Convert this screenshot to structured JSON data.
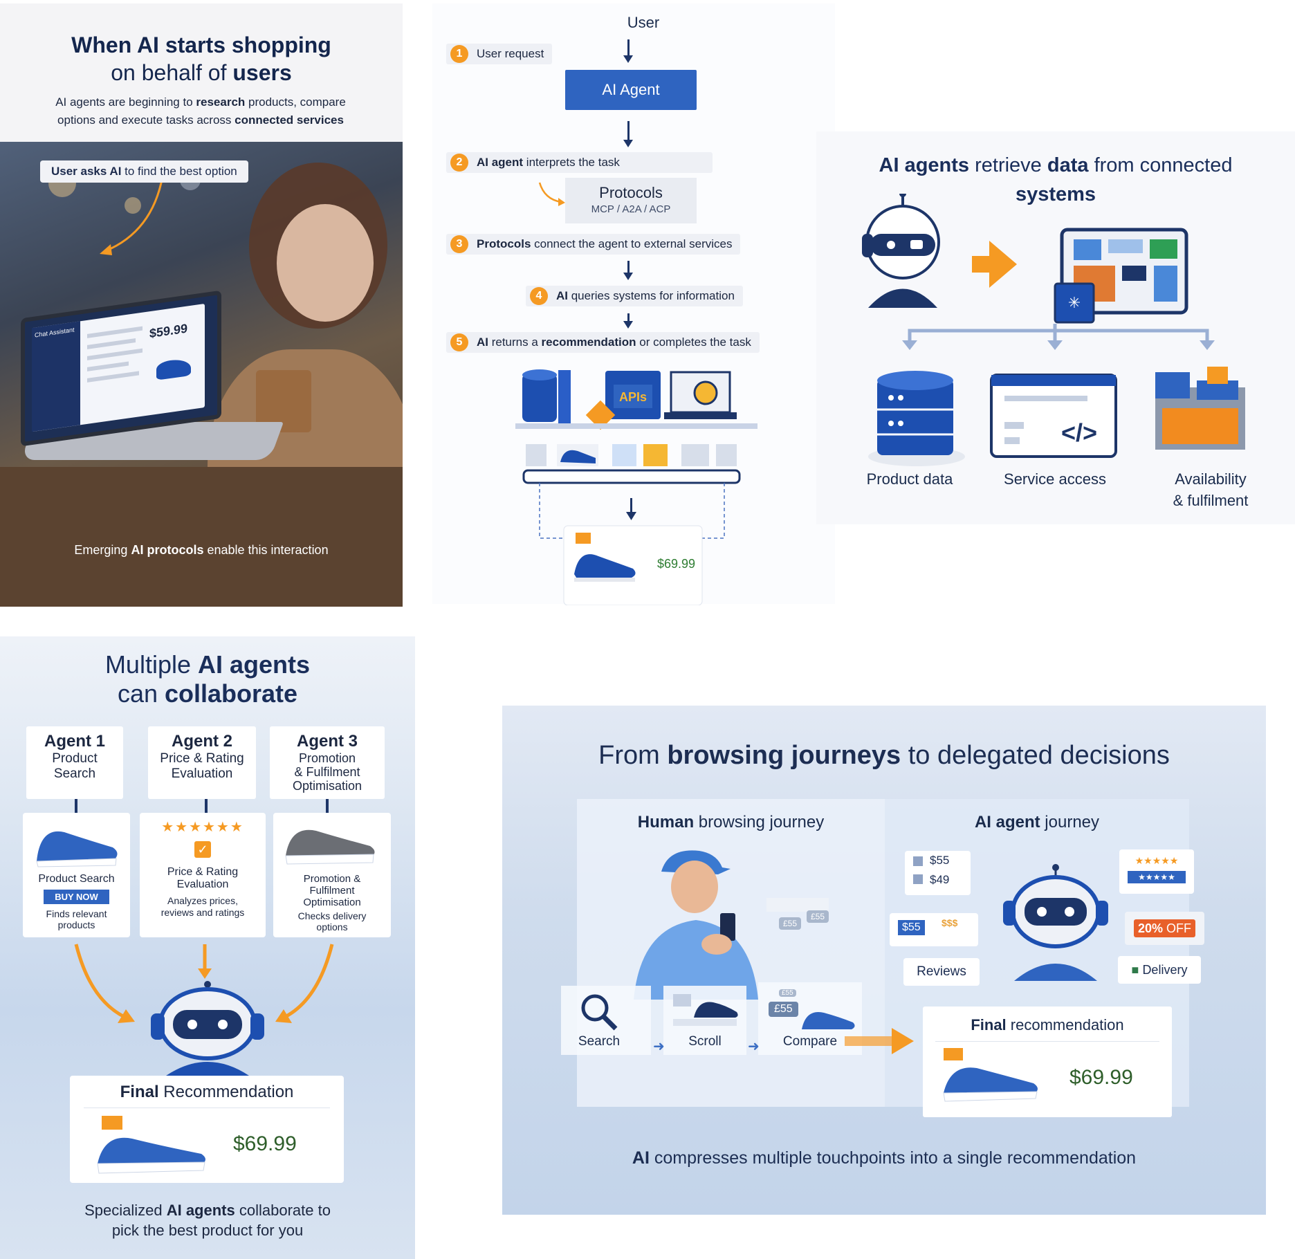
{
  "panel1": {
    "title_part1": "When AI starts shopping",
    "title_part2a": "on behalf of ",
    "title_part2b": "users",
    "desc_1": "AI agents are beginning to ",
    "desc_bold1": "research",
    "desc_2": " products, compare",
    "desc_3": "options and execute tasks across ",
    "desc_bold2": "connected services",
    "chip_bold": "User asks AI",
    "chip_rest": " to find the best option",
    "screen_title": "Chat Assistant",
    "screen_price": "$59.99",
    "caption_1": "Emerging ",
    "caption_bold": "AI protocols",
    "caption_2": " enable this interaction"
  },
  "panel2": {
    "top_label": "User",
    "agent_label": "AI Agent",
    "steps": [
      {
        "n": "1",
        "bold": "",
        "text": "User request"
      },
      {
        "n": "2",
        "bold": "AI agent",
        "text": " interprets the task"
      },
      {
        "n": "3",
        "bold": "Protocols",
        "text": " connect the agent to external services"
      },
      {
        "n": "4",
        "bold": "AI",
        "text": " queries systems for information"
      },
      {
        "n": "5",
        "bold": "AI",
        "text": " returns a ",
        "bold2": "recommendation",
        "text2": " or completes the task"
      }
    ],
    "protocols_title": "Protocols",
    "protocols_sub": "MCP / A2A / ACP",
    "apis_label": "APIs",
    "price": "$69.99"
  },
  "panel3": {
    "title_b1": "AI agents",
    "title_t1": " retrieve ",
    "title_b2": "data",
    "title_t2": " from connected",
    "title_b3": "systems",
    "cap_product": "Product data",
    "cap_service": "Service access",
    "cap_avail_1": "Availability",
    "cap_avail_2": "& fulfilment"
  },
  "panel4": {
    "title_1": "Multiple ",
    "title_b1": "AI agents",
    "title_2": "can ",
    "title_b2": "collaborate",
    "agents": [
      {
        "name": "Agent 1",
        "role_1": "Product",
        "role_2": "Search",
        "role_3": ""
      },
      {
        "name": "Agent 2",
        "role_1": "Price & Rating",
        "role_2": "Evaluation",
        "role_3": ""
      },
      {
        "name": "Agent 3",
        "role_1": "Promotion",
        "role_2": "& Fulfilment",
        "role_3": "Optimisation"
      }
    ],
    "card1_title": "Product Search",
    "card1_button": "BUY NOW",
    "card1_desc_1": "Finds relevant",
    "card1_desc_2": "products",
    "card2_stars": "★★★★★★",
    "card2_title_1": "Price & Rating",
    "card2_title_2": "Evaluation",
    "card2_desc_1": "Analyzes prices,",
    "card2_desc_2": "reviews and ratings",
    "card3_title_1": "Promotion &",
    "card3_title_2": "Fulfilment",
    "card3_title_3": "Optimisation",
    "card3_desc_1": "Checks delivery",
    "card3_desc_2": "options",
    "final_bold": "Final",
    "final_rest": " Recommendation",
    "final_price": "$69.99",
    "caption_1": "Specialized ",
    "caption_b": "AI agents",
    "caption_2": " collaborate to",
    "caption_3": "pick the best product for you"
  },
  "panel5": {
    "title_1": "From ",
    "title_b": "browsing journeys",
    "title_2": " to delegated decisions",
    "human_b": "Human",
    "human_rest": " browsing journey",
    "agent_b": "AI agent",
    "agent_rest": " journey",
    "steps": [
      "Search",
      "Scroll",
      "Compare"
    ],
    "price_55": "$55",
    "price_49": "$49",
    "price_55b": "$55",
    "price_tags": "$$$",
    "gbp_1": "£55",
    "gbp_2": "£55",
    "gbp_3": "£55",
    "gbp_4": "£55",
    "stars": "★★★★★",
    "reviews": "Reviews",
    "discount_b": "20%",
    "discount_rest": " OFF",
    "delivery": "Delivery",
    "final_b": "Final",
    "final_rest": " recommendation",
    "final_price": "$69.99",
    "caption_b": "AI",
    "caption_rest": " compresses multiple touchpoints into a single recommendation"
  },
  "colors": {
    "navy": "#1a2e5a",
    "blue": "#2f64c0",
    "orange": "#f59a23",
    "green": "#2e7d32"
  }
}
